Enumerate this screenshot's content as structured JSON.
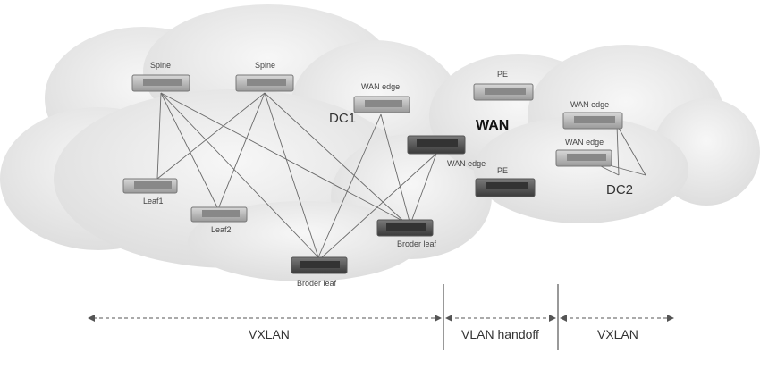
{
  "labels": {
    "spine1": "Spine",
    "spine2": "Spine",
    "leaf1": "Leaf1",
    "leaf2": "Leaf2",
    "border_leaf_bottom": "Broder leaf",
    "border_leaf_right": "Broder leaf",
    "wan_edge_dc1_top": "WAN edge",
    "wan_edge_dc1_mid": "WAN edge",
    "dc1": "DC1",
    "wan": "WAN",
    "pe_top": "PE",
    "pe_bottom": "PE",
    "wan_edge_dc2_top": "WAN edge",
    "wan_edge_dc2_bottom": "WAN edge",
    "dc2": "DC2"
  },
  "spans": {
    "vxlan_left": "VXLAN",
    "vlan_handoff": "VLAN handoff",
    "vxlan_right": "VXLAN"
  },
  "colors": {
    "cloud": "#e9e9e9",
    "line": "#6a6a6a",
    "switch_body": "#b9b9b9",
    "switch_dark": "#555555"
  }
}
